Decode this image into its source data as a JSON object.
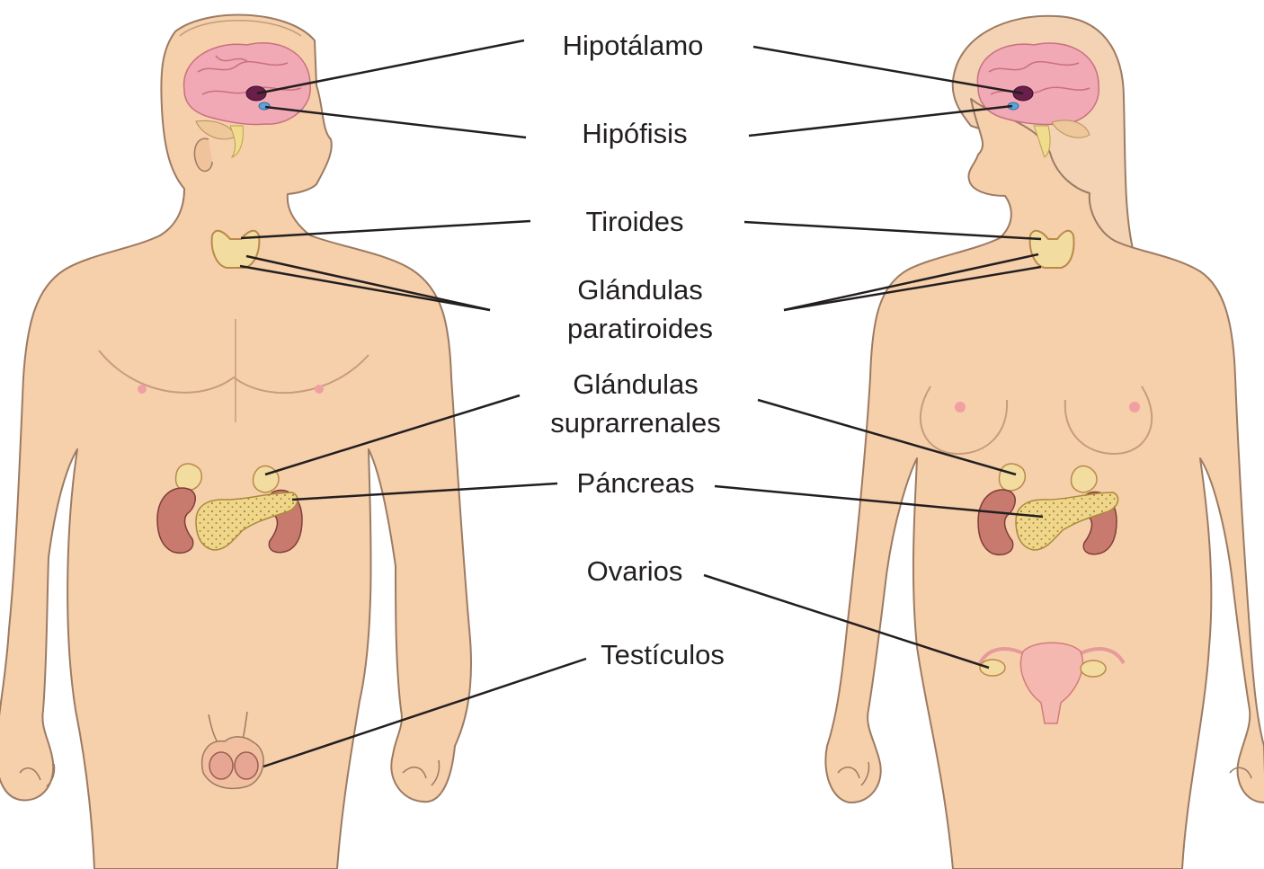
{
  "labels": {
    "hypothalamus": "Hipotálamo",
    "pituitary": "Hipófisis",
    "thyroid": "Tiroides",
    "parathyroid_line1": "Glándulas",
    "parathyroid_line2": "paratiroides",
    "adrenal_line1": "Glándulas",
    "adrenal_line2": "suprarrenales",
    "pancreas": "Páncreas",
    "ovaries": "Ovarios",
    "testes": "Testículos"
  },
  "colors": {
    "skin": "#f6cfab",
    "skin_outline": "#9c7b63",
    "brain": "#f1a9b5",
    "hypothalamus": "#6a1e4a",
    "pituitary": "#5ea3d8",
    "thyroid": "#f3dca0",
    "kidney": "#c97a6f",
    "pancreas": "#efd68a",
    "uterus": "#f5b8b0",
    "leader_line": "#231f20"
  }
}
